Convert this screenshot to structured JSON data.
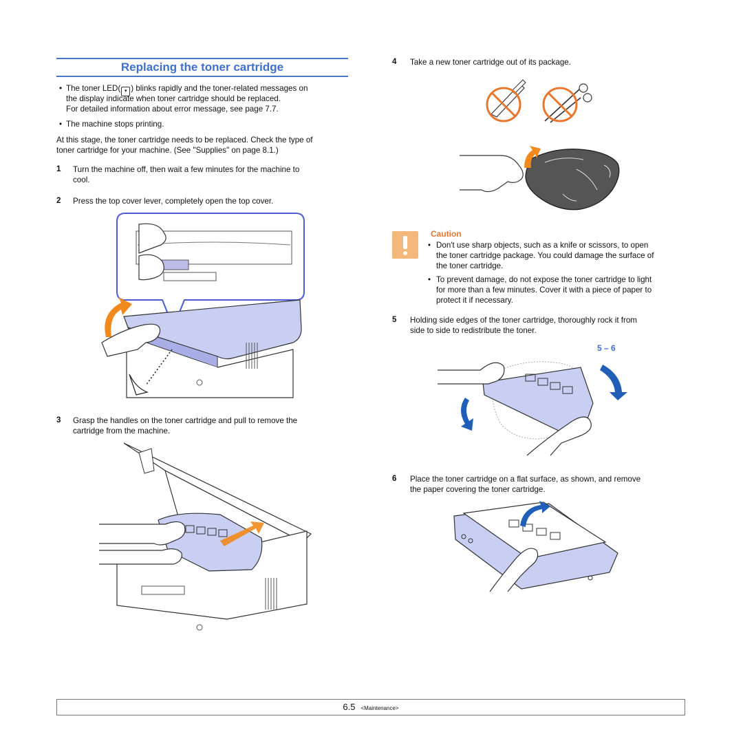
{
  "section": {
    "title": "Replacing the toner cartridge"
  },
  "intro": {
    "bullet1_part1": "The toner LED(",
    "bullet1_part2": ") blinks rapidly and the toner-related messages on",
    "bullet1_line2": "the display indicate when toner cartridge should be replaced.",
    "bullet1_line3": "For detailed information about error message, see page  7.7.",
    "bullet2": "The machine stops printing.",
    "paragraph_line1": "At this stage, the toner cartridge needs to be replaced. Check the type of",
    "paragraph_line2": "toner cartridge for your machine. (See \"Supplies\" on page 8.1.)"
  },
  "steps": [
    {
      "num": "1",
      "line1": "Turn the machine off, then wait a few minutes for the machine to",
      "line2": "cool."
    },
    {
      "num": "2",
      "line1": "Press the top cover lever, completely open the top cover."
    },
    {
      "num": "3",
      "line1": "Grasp the handles on the toner cartridge and pull to remove the",
      "line2": "cartridge from the machine."
    },
    {
      "num": "4",
      "line1": "Take a new toner cartridge out of its package."
    },
    {
      "num": "5",
      "line1": "Holding side edges of the toner cartridge, thoroughly rock it from",
      "line2": "side to side to redistribute the toner."
    },
    {
      "num": "6",
      "line1": "Place the toner cartridge on a flat surface, as shown, and remove",
      "line2": "the paper covering the toner cartridge."
    }
  ],
  "caution": {
    "title": "Caution",
    "bullet1_line1": "Don't use sharp objects, such as a knife or scissors, to open",
    "bullet1_line2": "the toner cartridge package. You could damage the surface of",
    "bullet1_line3": "the toner cartridge.",
    "bullet2_line1": "To prevent damage, do not expose the toner cartridge to light",
    "bullet2_line2": "for more than a few minutes. Cover it with a piece of paper to",
    "bullet2_line3": "protect it if necessary."
  },
  "figure_label": "5 – 6",
  "footer": {
    "page": "6.5",
    "section": "<Maintenance>"
  },
  "colors": {
    "heading_blue": "#3f6fd0",
    "caution_orange": "#e8762c",
    "caution_icon": "#f3b77c",
    "cartridge_blue": "#c9cef3",
    "arrow_blue": "#1f5fb8",
    "arrow_orange": "#f08a1c"
  }
}
